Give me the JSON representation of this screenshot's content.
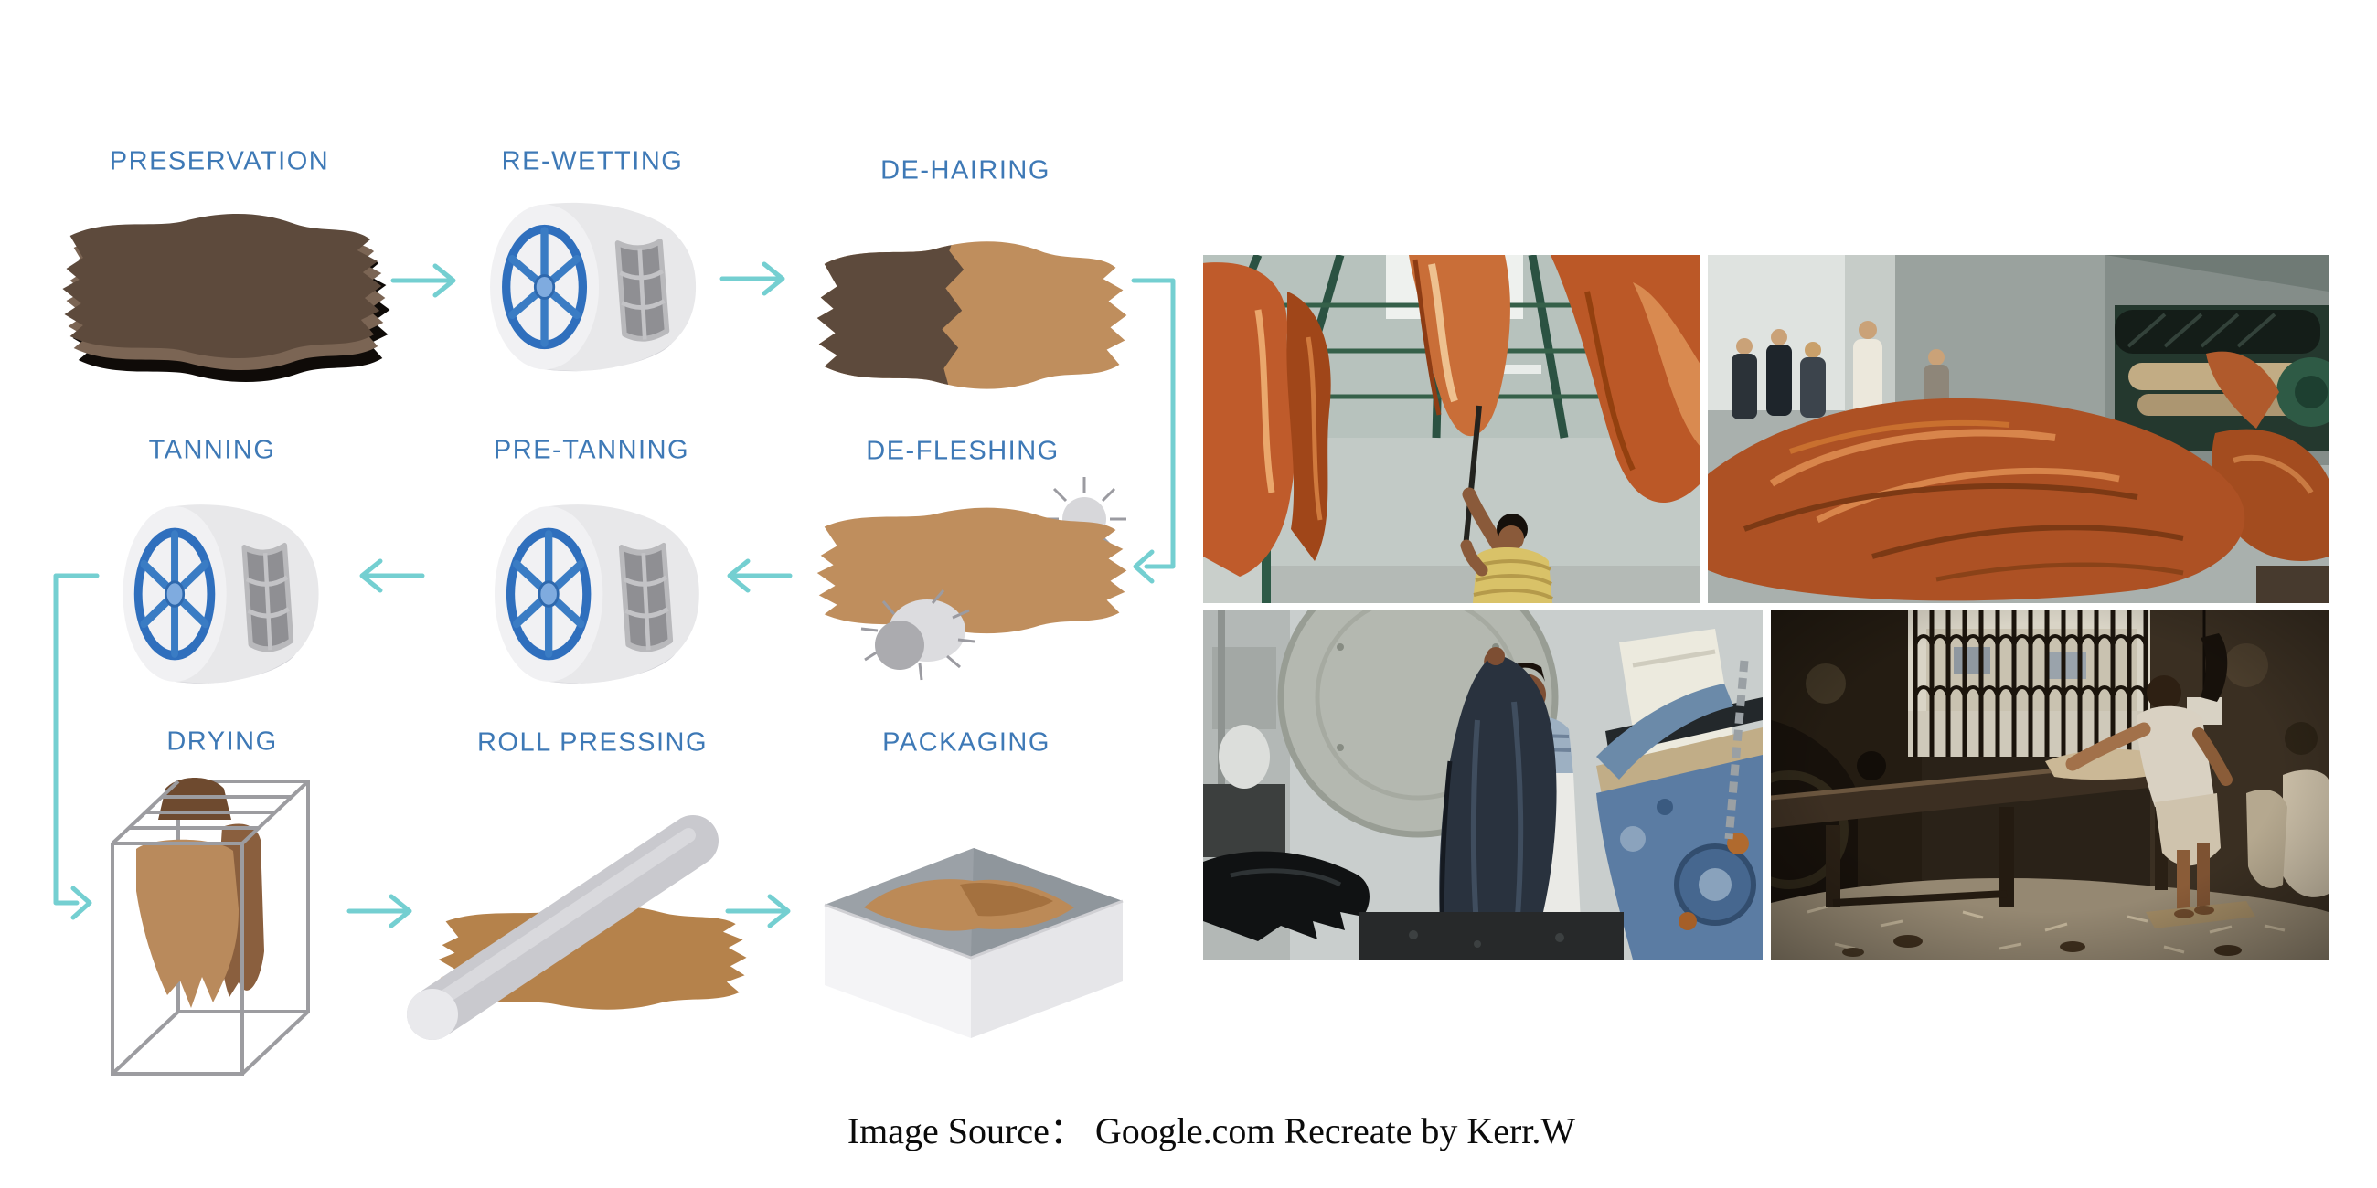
{
  "page": {
    "background": "#ffffff"
  },
  "diagram": {
    "label_color": "#3e79b6",
    "arrow_color": "#74cfd1",
    "steps": [
      {
        "label": "PRESERVATION",
        "icon": "stacked-salted-hides-icon",
        "row": 1,
        "col": 1
      },
      {
        "label": "RE-WETTING",
        "icon": "tanning-drum-icon",
        "row": 1,
        "col": 2
      },
      {
        "label": "DE-HAIRING",
        "icon": "half-dehaired-hide-icon",
        "row": 1,
        "col": 3
      },
      {
        "label": "TANNING",
        "icon": "tanning-drum-icon",
        "row": 2,
        "col": 1
      },
      {
        "label": "PRE-TANNING",
        "icon": "tanning-drum-icon",
        "row": 2,
        "col": 2
      },
      {
        "label": "DE-FLESHING",
        "icon": "hide-with-fleshing-wheels-icon",
        "row": 2,
        "col": 3
      },
      {
        "label": "DRYING",
        "icon": "drying-rack-icon",
        "row": 3,
        "col": 1
      },
      {
        "label": "ROLL PRESSING",
        "icon": "roller-press-icon",
        "row": 3,
        "col": 2
      },
      {
        "label": "PACKAGING",
        "icon": "open-box-icon",
        "row": 3,
        "col": 3
      }
    ],
    "flow_sequence": [
      "PRESERVATION",
      "RE-WETTING",
      "DE-HAIRING",
      "DE-FLESHING",
      "PRE-TANNING",
      "TANNING",
      "DRYING",
      "ROLL PRESSING",
      "PACKAGING"
    ],
    "icon_colors": {
      "hide_dark_brown": "#5d4a3c",
      "hide_mid_brown": "#7b6554",
      "hide_black": "#0f0b08",
      "hide_tan": "#bf8e5d",
      "drum_body": "#e8e8ea",
      "drum_wheel_blue": "#2f6fbd",
      "hatch_gray": "#8f8f93",
      "roller_gray": "#c9c9ce",
      "rack_gray": "#9c9ca0"
    }
  },
  "photos": [
    {
      "description": "Worker raising orange leather hides hung from green rafters to dry"
    },
    {
      "description": "Large pile of tanned orange hides beside a roller machine with workers standing behind"
    },
    {
      "description": "Worker lifting a wet blue-black hide beside a tannery drum and blue press machine"
    },
    {
      "description": "Worker in white shirt scraping a hide over a long wooden beam in a dim workshop"
    }
  ],
  "caption": {
    "text": "Image Source： Google.com Recreate by Kerr.W"
  }
}
